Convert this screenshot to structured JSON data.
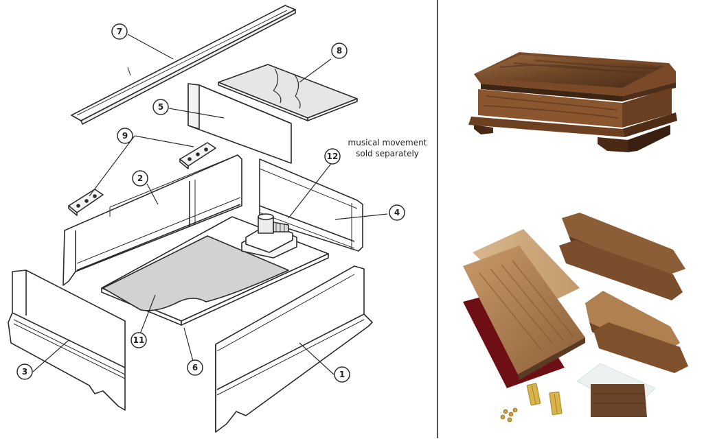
{
  "diagram": {
    "annotation_line1": "musical movement",
    "annotation_line2": "sold separately",
    "part_numbers": [
      "1",
      "2",
      "3",
      "4",
      "5",
      "6",
      "7",
      "8",
      "9",
      "11",
      "12"
    ]
  },
  "colors": {
    "line": "#2b2b2b",
    "panel_fill": "#ffffff",
    "felt_fill": "#d2d2d2",
    "glass_fill": "#e6e6e6",
    "walnut_dark": "#5a3a22",
    "walnut_mid": "#8a5a34",
    "walnut_light": "#b98a5c",
    "felt_red": "#6e0f16",
    "brass": "#d9b44a"
  }
}
